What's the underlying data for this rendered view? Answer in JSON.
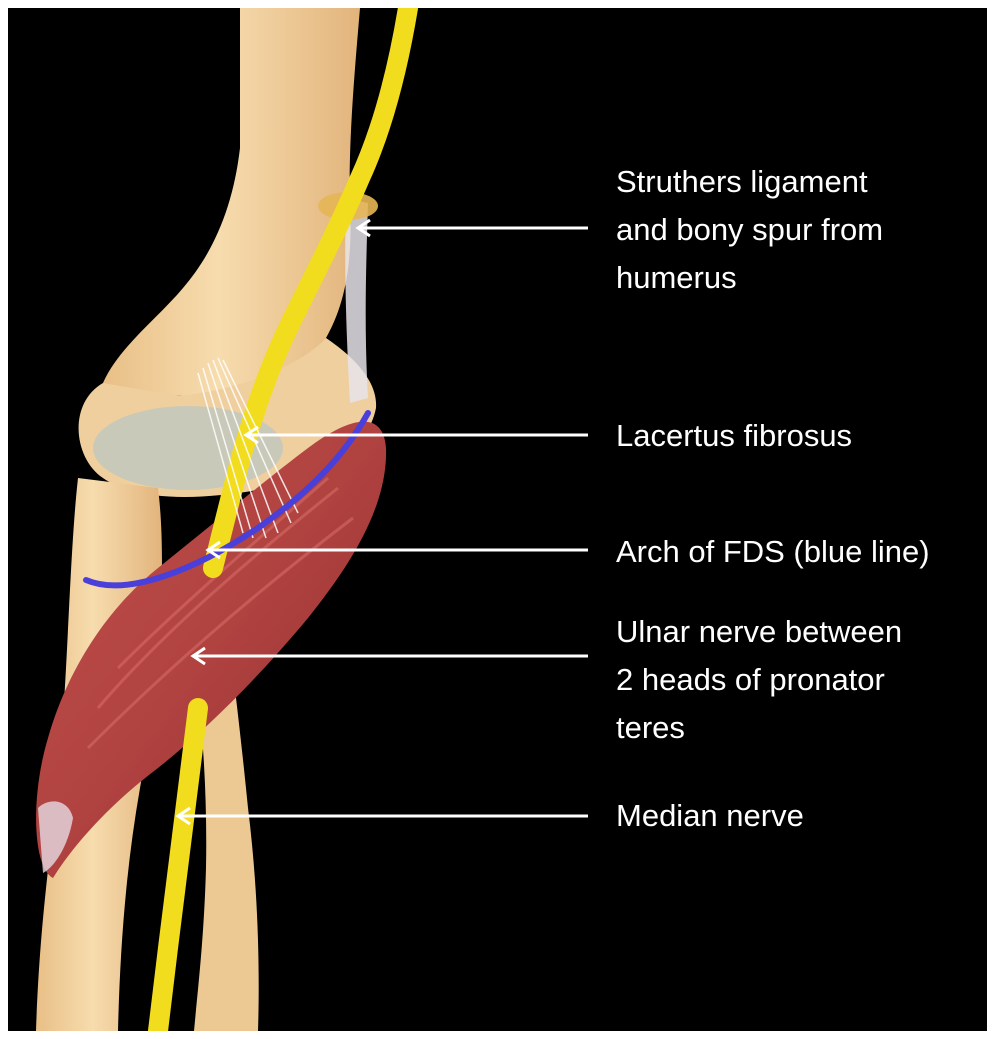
{
  "labels": {
    "struthers": "Struthers ligament\nand bony spur  from\nhumerus",
    "lacertus": "Lacertus fibrosus",
    "arch_fds": "Arch of FDS (blue line)",
    "ulnar": "Ulnar nerve between\n2 heads of pronator\nteres",
    "median": "Median nerve"
  },
  "colors": {
    "background": "#000000",
    "bone": "#f3d3a2",
    "nerve": "#f2dc1e",
    "muscle": "#b84a48",
    "arch_line": "#4b3fd9",
    "ligament": "#e8e4ea",
    "arrow": "#ffffff"
  }
}
